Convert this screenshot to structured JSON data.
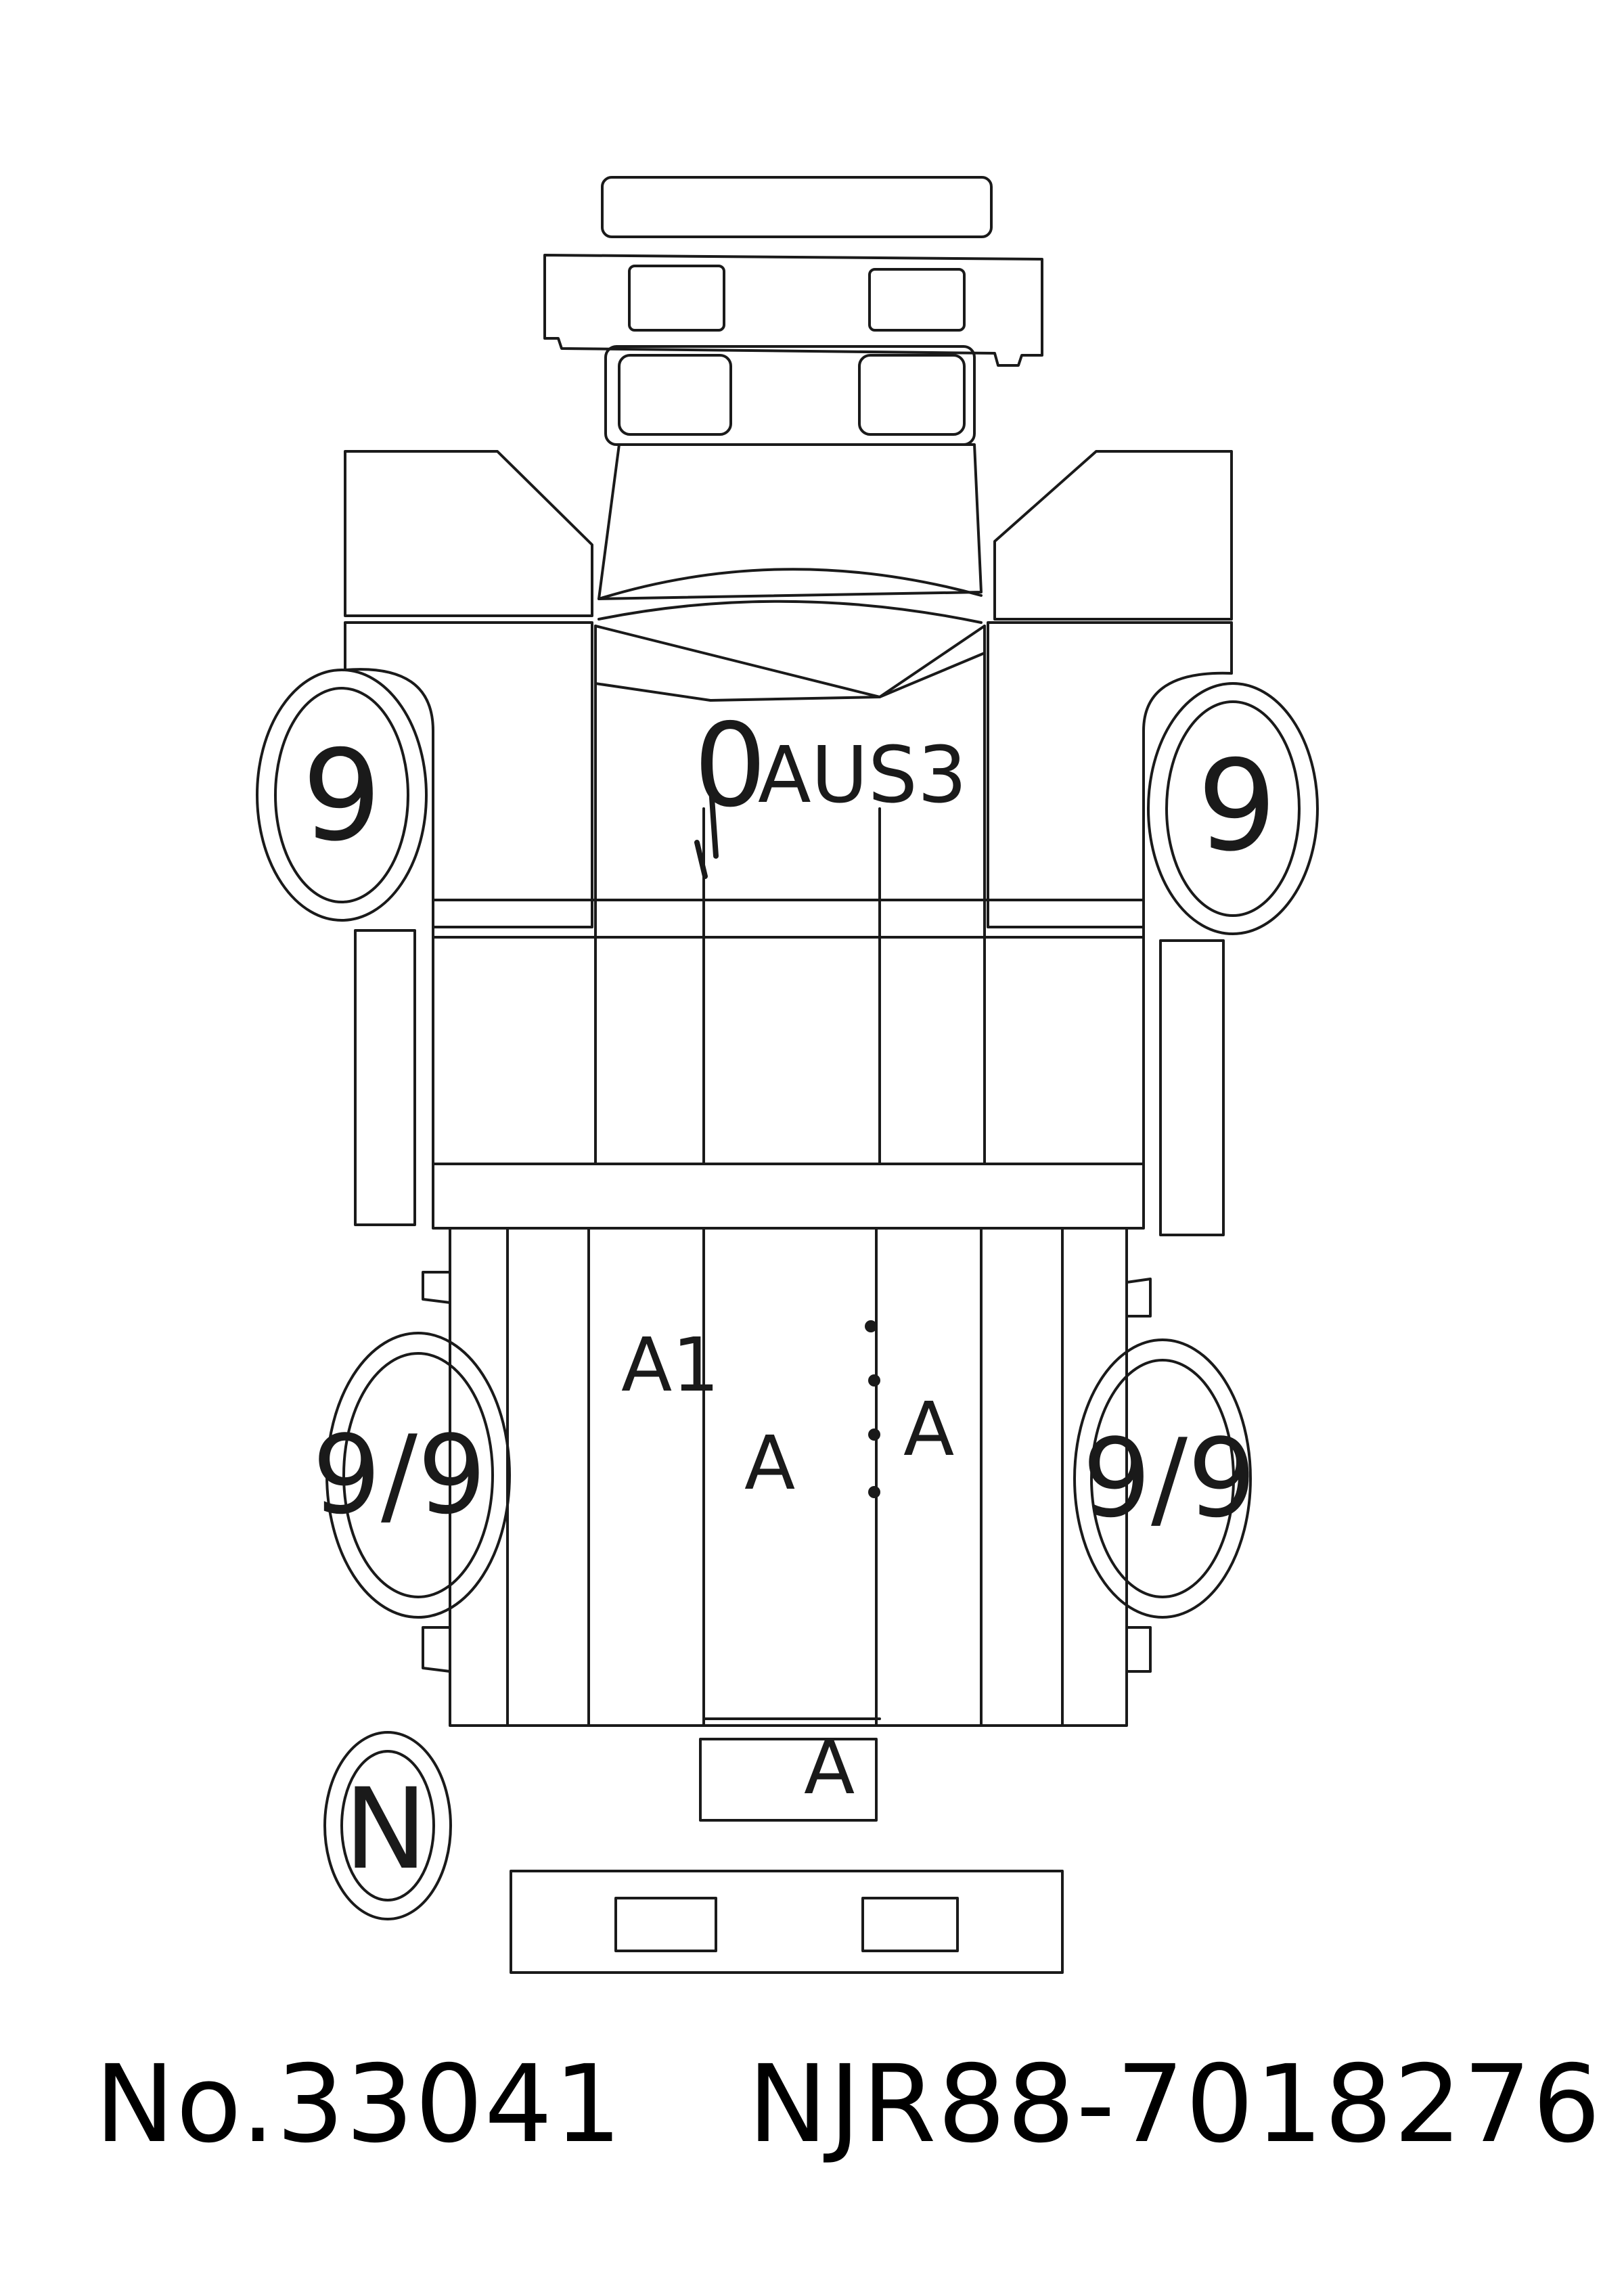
{
  "footer": {
    "sheet_number": "No.33041",
    "chassis_number": "NJR88-7018276"
  },
  "annotations": {
    "windshield_code_1": "0",
    "windshield_code_2": "AUS3",
    "tire_front_left": "9",
    "tire_front_right": "9",
    "tire_rear_left": "9/9",
    "tire_rear_right": "9/9",
    "spare_tire": "N",
    "bed_left_side": "A1",
    "bed_floor": "A",
    "bed_right_side": "A",
    "tailgate": "A"
  }
}
